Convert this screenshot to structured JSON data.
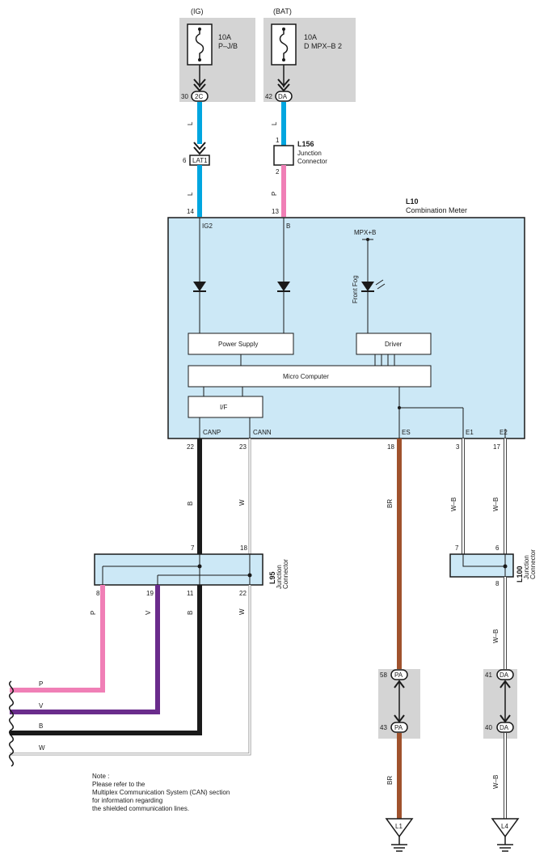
{
  "power_sources": {
    "ig": {
      "label": "(IG)",
      "fuse_amp": "10A",
      "fuse_name": "P–J/B",
      "pin": "30",
      "connector": "2C"
    },
    "bat": {
      "label": "(BAT)",
      "fuse_amp": "10A",
      "fuse_name": "D MPX–B 2",
      "pin": "42",
      "connector": "DA"
    }
  },
  "lat1": {
    "pin": "6",
    "label": "LAT1"
  },
  "l156": {
    "id": "L156",
    "name1": "Junction",
    "name2": "Connector",
    "pin_top": "1",
    "pin_bottom": "2"
  },
  "wire_colors": {
    "ig_upper": "L",
    "ig_lower": "L",
    "bat_upper": "L",
    "bat_lower": "P"
  },
  "meter": {
    "id": "L10",
    "name": "Combination Meter",
    "pins": {
      "ig2_num": "14",
      "b_num": "13",
      "canp_num": "22",
      "cann_num": "23",
      "es_num": "18",
      "e1_num": "3",
      "e2_num": "17"
    },
    "pin_labels": {
      "ig2": "IG2",
      "b": "B",
      "canp": "CANP",
      "cann": "CANN",
      "es": "ES",
      "e1": "E1",
      "e2": "E2"
    },
    "mpx": "MPX+B",
    "front_fog": "Front Fog",
    "blocks": {
      "power_supply": "Power Supply",
      "driver": "Driver",
      "micro": "Micro Computer",
      "if": "I/F"
    }
  },
  "lower_wires": {
    "canp": "B",
    "cann": "W",
    "es": "BR",
    "e1": "W–B",
    "e2": "W–B"
  },
  "l95": {
    "id": "L95",
    "name1": "Junction",
    "name2": "Connector",
    "pins": {
      "top_left": "7",
      "top_right": "18",
      "p": "8",
      "v": "19",
      "b": "11",
      "w": "22"
    },
    "wire_colors": {
      "p": "P",
      "v": "V",
      "b": "B",
      "w": "W"
    }
  },
  "l100": {
    "id": "L100",
    "name1": "Junction",
    "name2": "Connector",
    "pins": {
      "left": "7",
      "right": "6",
      "bottom": "8"
    },
    "wire": "W–B"
  },
  "pa": {
    "pin_top": "58",
    "pin_bottom": "43",
    "label": "PA"
  },
  "da": {
    "pin_top": "41",
    "pin_bottom": "40",
    "label": "DA"
  },
  "bottom_wires": {
    "br": "BR",
    "wb": "W–B"
  },
  "grounds": {
    "l1": "L1",
    "l4": "L4"
  },
  "left_wires": {
    "p": "P",
    "v": "V",
    "b": "B",
    "w": "W"
  },
  "note": {
    "line1": "Note :",
    "line2": "Please refer to the",
    "line3": "Multiplex Communication System (CAN) section",
    "line4": "for information regarding",
    "line5": "the shielded communication lines."
  },
  "colors": {
    "wire_blue": "#00a6e0",
    "wire_pink": "#f07fb6",
    "wire_purple": "#6a2c8c",
    "wire_brown": "#a0522d",
    "wire_black": "#1a1a1a",
    "meter_fill": "#cce8f6",
    "fuse_bg": "#d4d4d4"
  }
}
